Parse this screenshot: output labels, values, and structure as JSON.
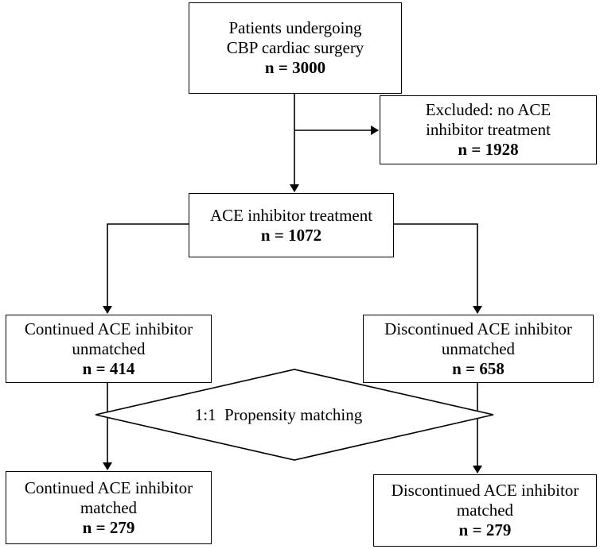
{
  "flowchart": {
    "start": {
      "lines": [
        "Patients undergoing",
        "CBP cardiac surgery"
      ],
      "count": "n = 3000"
    },
    "excluded": {
      "lines": [
        "Excluded: no ACE",
        "inhibitor treatment"
      ],
      "count": "n = 1928"
    },
    "ace_treatment": {
      "lines": [
        "ACE inhibitor treatment"
      ],
      "count": "n = 1072"
    },
    "continued_unmatched": {
      "lines": [
        "Continued ACE inhibitor",
        "unmatched"
      ],
      "count": "n = 414"
    },
    "discontinued_unmatched": {
      "lines": [
        "Discontinued ACE inhibitor",
        "unmatched"
      ],
      "count": "n = 658"
    },
    "matching": {
      "label": "1:1  Propensity matching"
    },
    "continued_matched": {
      "lines": [
        "Continued ACE inhibitor",
        "matched"
      ],
      "count": "n = 279"
    },
    "discontinued_matched": {
      "lines": [
        "Discontinued ACE inhibitor",
        "matched"
      ],
      "count": "n = 279"
    }
  }
}
